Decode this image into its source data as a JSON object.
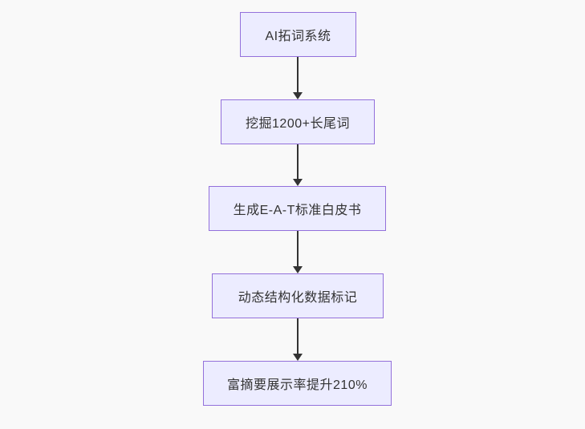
{
  "diagram": {
    "type": "flowchart-vertical",
    "title": "AI SEO flowchart",
    "colors": {
      "background": "#f9f9f9",
      "node_fill": "#ECECFF",
      "node_border": "#9370DB",
      "node_text": "#333333",
      "arrow": "#333333"
    },
    "nodes": [
      {
        "id": "node-1",
        "label": "AI拓词系统"
      },
      {
        "id": "node-2",
        "label": "挖掘1200+长尾词"
      },
      {
        "id": "node-3",
        "label": "生成E-A-T标准白皮书"
      },
      {
        "id": "node-4",
        "label": "动态结构化数据标记"
      },
      {
        "id": "node-5",
        "label": "富摘要展示率提升210%"
      }
    ],
    "edges": [
      {
        "from": "node-1",
        "to": "node-2"
      },
      {
        "from": "node-2",
        "to": "node-3"
      },
      {
        "from": "node-3",
        "to": "node-4"
      },
      {
        "from": "node-4",
        "to": "node-5"
      }
    ]
  }
}
